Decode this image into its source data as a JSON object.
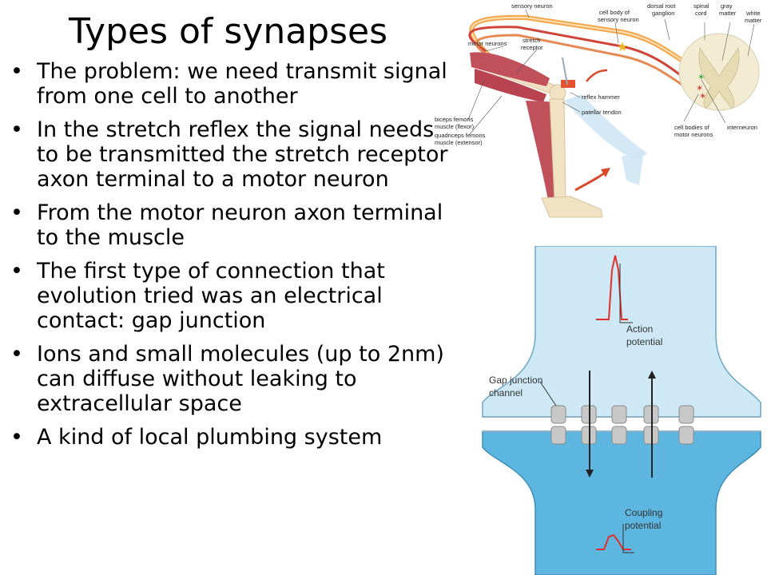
{
  "title": "Types of synapses",
  "bullets": [
    {
      "text": "The problem: we need transmit signal from one cell to another"
    },
    {
      "text": "In the stretch reflex the signal needs to be transmitted the stretch receptor axon terminal to a motor neuron"
    },
    {
      "text": "From the motor neuron axon terminal to the muscle"
    },
    {
      "text": "The first type of connection that evolution tried was an electrical contact: gap junction"
    },
    {
      "text": "Ions and small molecules (up to 2nm) can diffuse without leaking to extracellular space"
    },
    {
      "text": "A kind of local plumbing system"
    }
  ],
  "bullet_glyph": "•",
  "reflex_labels": {
    "sensory_neuron": "sensory neuron",
    "cell_body_sensory_1": "cell body of",
    "cell_body_sensory_2": "sensory neuron",
    "dorsal_root_1": "dorsal root",
    "dorsal_root_2": "ganglion",
    "spinal_cord_1": "spinal",
    "spinal_cord_2": "cord",
    "gray_matter_1": "gray",
    "gray_matter_2": "matter",
    "white_matter_1": "white",
    "white_matter_2": "matter",
    "motor_neurons": "motor neurons",
    "stretch_receptor_1": "stretch",
    "stretch_receptor_2": "receptor",
    "reflex_hammer": "reflex hammer",
    "patellar_tendon": "patellar tendon",
    "biceps_1": "biceps femoris",
    "biceps_2": "muscle (flexor)",
    "quadriceps_1": "quadriceps femoris",
    "quadriceps_2": "muscle (extensor)",
    "motor_cell_bodies_1": "cell bodies of",
    "motor_cell_bodies_2": "motor neurons",
    "interneuron": "interneuron"
  },
  "gap_labels": {
    "action_1": "Action",
    "action_2": "potential",
    "gap_channel_1": "Gap junction",
    "gap_channel_2": "channel",
    "coupling_1": "Coupling",
    "coupling_2": "potential"
  },
  "colors": {
    "neuron_orange": "#f6a64a",
    "nerve_red": "#d0453a",
    "muscle_red": "#c0505a",
    "bone": "#f1e2c4",
    "leg_skin": "#cfe6f5",
    "cell_upper": "#cfe8f6",
    "cell_lower": "#5db6e0",
    "signal_red": "#e0302a",
    "channel_gray": "#c8c8c8"
  }
}
